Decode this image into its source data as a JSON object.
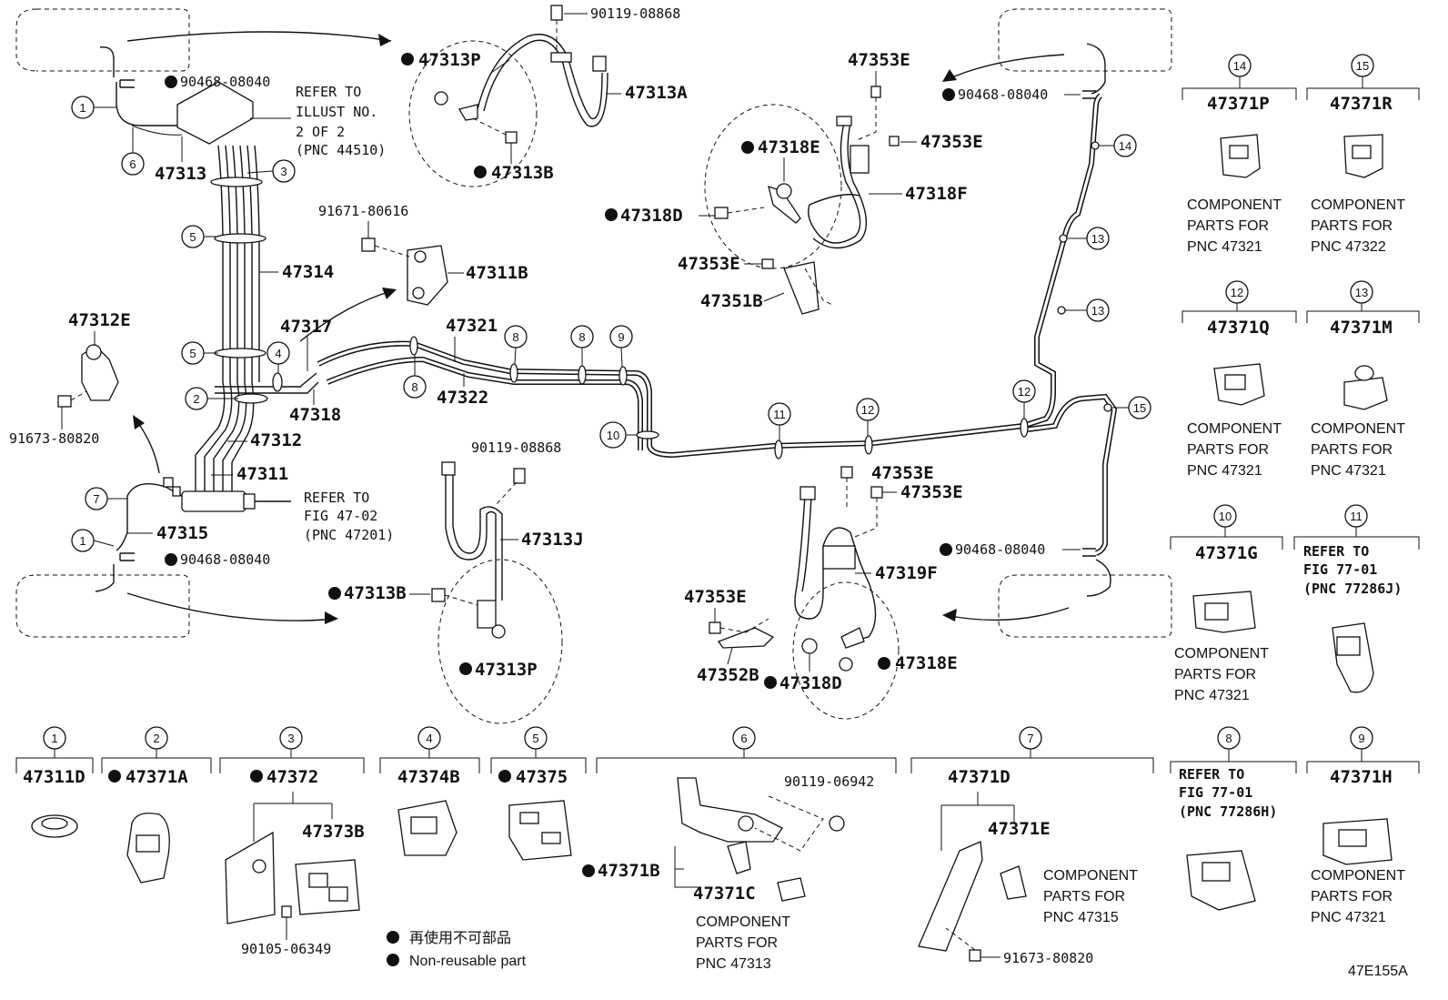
{
  "parts": {
    "p47313P_a": "47313P",
    "p47313P_b": "47313P",
    "p90119_08868_a": "90119-08868",
    "p90119_08868_b": "90119-08868",
    "p47313A": "47313A",
    "p47313B_a": "47313B",
    "p47313B_b": "47313B",
    "p90468_08040_a": "90468-08040",
    "p90468_08040_b": "90468-08040",
    "p90468_08040_c": "90468-08040",
    "p90468_08040_d": "90468-08040",
    "p47313": "47313",
    "p47314": "47314",
    "p47317": "47317",
    "p47318": "47318",
    "p47312": "47312",
    "p47311": "47311",
    "p47315": "47315",
    "p47312E": "47312E",
    "p91673_80820_a": "91673-80820",
    "p91673_80820_b": "91673-80820",
    "p91671_80616": "91671-80616",
    "p47311B": "47311B",
    "p47321": "47321",
    "p47322": "47322",
    "p47353E_a": "47353E",
    "p47353E_b": "47353E",
    "p47353E_c": "47353E",
    "p47353E_d": "47353E",
    "p47353E_e": "47353E",
    "p47353E_f": "47353E",
    "p47318E_a": "47318E",
    "p47318E_b": "47318E",
    "p47318F": "47318F",
    "p47318D_a": "47318D",
    "p47318D_b": "47318D",
    "p47351B": "47351B",
    "p47313J": "47313J",
    "p47319F": "47319F",
    "p47352B": "47352B",
    "p47371P": "47371P",
    "p47371R": "47371R",
    "p47371Q": "47371Q",
    "p47371M": "47371M",
    "p47371G": "47371G",
    "p47311D": "47311D",
    "p47371A": "47371A",
    "p47372": "47372",
    "p47373B": "47373B",
    "p47374B": "47374B",
    "p47375": "47375",
    "p90119_06942": "90119-06942",
    "p47371B": "47371B",
    "p47371C": "47371C",
    "p47371D": "47371D",
    "p47371E": "47371E",
    "p47371H": "47371H",
    "p90105_06349": "90105-06349"
  },
  "notes": {
    "refer_illust_1": "REFER TO",
    "refer_illust_2": "ILLUST NO.",
    "refer_illust_3": "2 OF 2",
    "refer_illust_4": "(PNC 44510)",
    "refer_fig4702_1": "REFER TO",
    "refer_fig4702_2": "FIG 47-02",
    "refer_fig4702_3": "(PNC 47201)",
    "refer_fig7701j_1": "REFER TO",
    "refer_fig7701j_2": "FIG 77-01",
    "refer_fig7701j_3": "(PNC 77286J)",
    "refer_fig7701h_1": "REFER TO",
    "refer_fig7701h_2": "FIG 77-01",
    "refer_fig7701h_3": "(PNC 77286H)",
    "component": "COMPONENT",
    "parts_for": "PARTS FOR",
    "pnc47321": "PNC 47321",
    "pnc47322": "PNC 47322",
    "pnc47313": "PNC 47313",
    "pnc47315": "PNC 47315"
  },
  "callouts": [
    "1",
    "2",
    "3",
    "4",
    "5",
    "6",
    "7",
    "8",
    "9",
    "10",
    "11",
    "12",
    "13",
    "14",
    "15"
  ],
  "legend": {
    "jp": "再使用不可部品",
    "en": "Non-reusable part"
  },
  "figure_id": "47E155A"
}
